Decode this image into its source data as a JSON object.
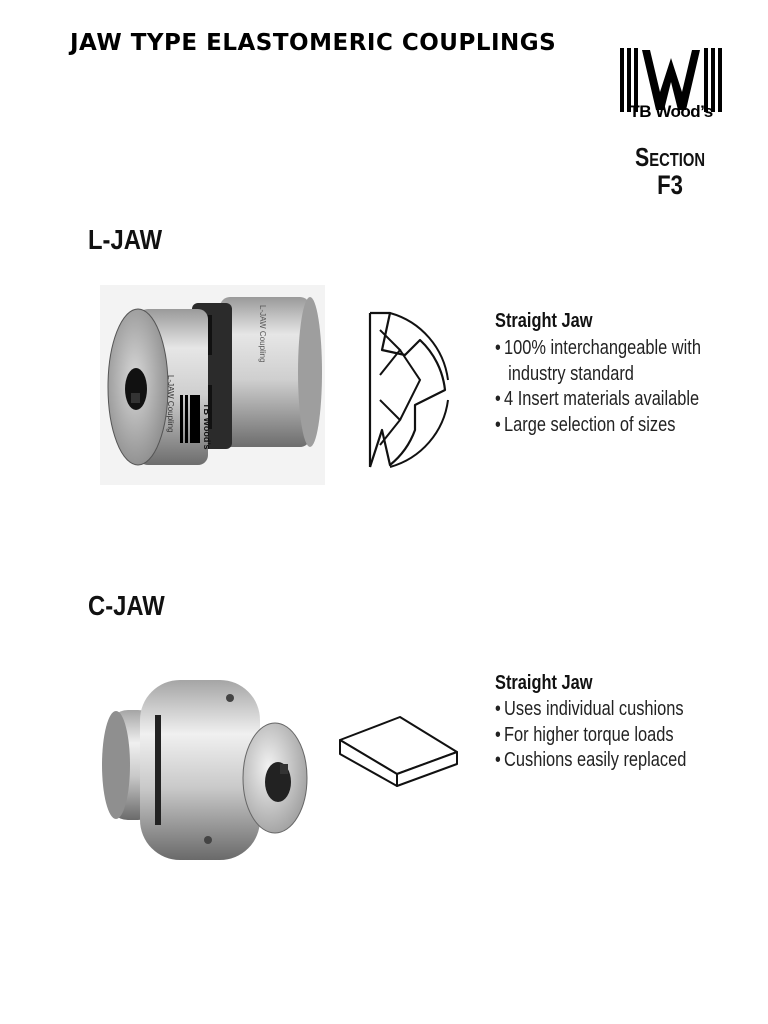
{
  "header": {
    "title": "JAW TYPE ELASTOMERIC COUPLINGS",
    "logo_text": "TB Wood’s",
    "section_label": "Section",
    "section_code": "F3"
  },
  "ljaw": {
    "heading": "L-JAW",
    "feature_title": "Straight Jaw",
    "bullets": [
      "100% interchangeable with",
      "industry standard",
      "4 Insert materials available",
      "Large selection of sizes"
    ],
    "photo_brand_text": "TB Wood’s",
    "photo_label_text": "L-JAW Coupling"
  },
  "cjaw": {
    "heading": "C-JAW",
    "feature_title": "Straight Jaw",
    "bullets": [
      "Uses individual cushions",
      "For higher torque loads",
      "Cushions easily replaced"
    ]
  },
  "bullet_glyph": "•"
}
